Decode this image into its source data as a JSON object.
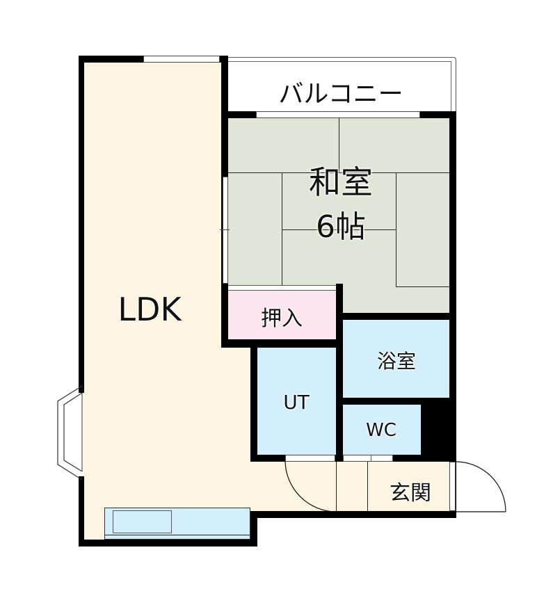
{
  "floorplan": {
    "rooms": {
      "ldk": {
        "label": "LDK",
        "color": "#fdf4e1"
      },
      "washitsu": {
        "label": "和室",
        "size": "6帖",
        "color": "#e0e5d8"
      },
      "oshiire": {
        "label": "押入",
        "color": "#fbe5ee"
      },
      "bath": {
        "label": "浴室",
        "color": "#d2effb"
      },
      "ut": {
        "label": "UT",
        "color": "#d2effb"
      },
      "wc": {
        "label": "WC",
        "color": "#d2effb"
      },
      "genkan": {
        "label": "玄関",
        "color": "#fdf4e1"
      },
      "balcony": {
        "label": "バルコニー",
        "color": "#ffffff"
      }
    },
    "kitchen_color": "#d2effb",
    "wall_color": "#000000"
  }
}
